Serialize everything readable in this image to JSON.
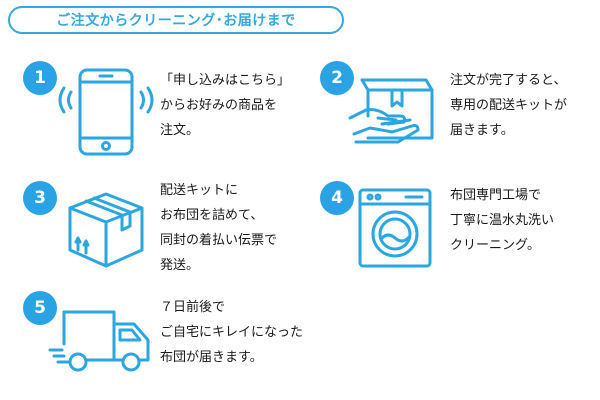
{
  "header": {
    "title": "ご注文からクリーニング･お届けまで"
  },
  "colors": {
    "accent": "#29a3e3",
    "icon_stroke": "#2ba6df",
    "text": "#1a1a1a"
  },
  "steps": [
    {
      "number": "1",
      "icon": "smartphone-icon",
      "lines": [
        "「申し込みはこちら」",
        "からお好みの商品を",
        "注文。"
      ]
    },
    {
      "number": "2",
      "icon": "box-delivery-hand-icon",
      "lines": [
        "注文が完了すると、",
        "専用の配送キットが",
        "届きます。"
      ]
    },
    {
      "number": "3",
      "icon": "cardboard-box-icon",
      "lines": [
        "配送キットに",
        "お布団を詰めて、",
        "同封の着払い伝票で",
        "発送。"
      ]
    },
    {
      "number": "4",
      "icon": "washing-machine-icon",
      "lines": [
        "布団専門工場で",
        "丁寧に温水丸洗い",
        "クリーニング。"
      ]
    },
    {
      "number": "5",
      "icon": "delivery-truck-icon",
      "lines": [
        "７日前後で",
        "ご自宅にキレイになった",
        "布団が届きます。"
      ]
    }
  ]
}
